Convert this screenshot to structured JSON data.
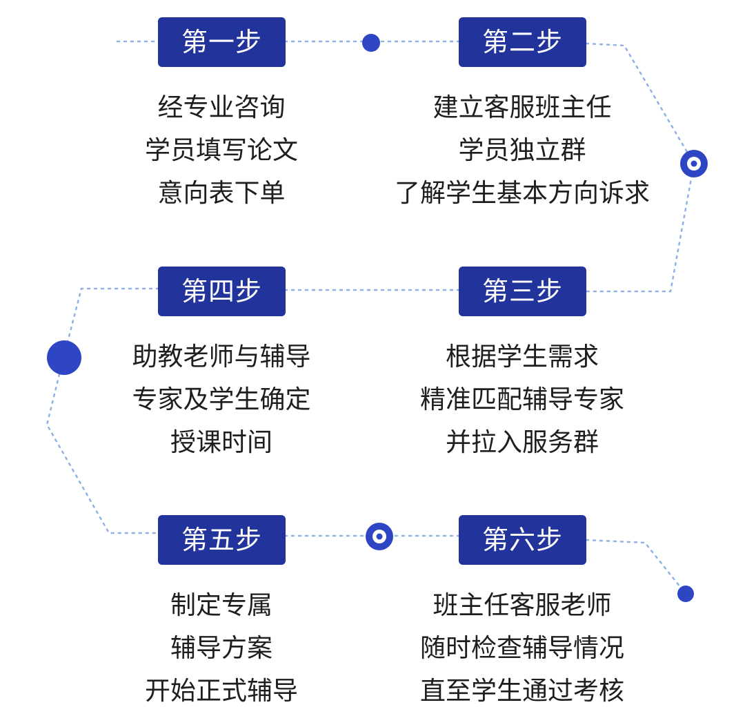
{
  "colors": {
    "box": "#22349b",
    "dot": "#2f46c4",
    "line": "#8fb1e3",
    "text": "#1e1e1e"
  },
  "steps": [
    {
      "label": "第一步",
      "lines": [
        "经专业咨询",
        "学员填写论文",
        "意向表下单"
      ]
    },
    {
      "label": "第二步",
      "lines": [
        "建立客服班主任",
        "学员独立群",
        "了解学生基本方向诉求"
      ]
    },
    {
      "label": "第三步",
      "lines": [
        "根据学生需求",
        "精准匹配辅导专家",
        "并拉入服务群"
      ]
    },
    {
      "label": "第四步",
      "lines": [
        "助教老师与辅导",
        "专家及学生确定",
        "授课时间"
      ]
    },
    {
      "label": "第五步",
      "lines": [
        "制定专属",
        "辅导方案",
        "开始正式辅导"
      ]
    },
    {
      "label": "第六步",
      "lines": [
        "班主任客服老师",
        "随时检查辅导情况",
        "直至学生通过考核"
      ]
    }
  ],
  "markers": [
    {
      "name": "node-dot-1",
      "kind": "dot"
    },
    {
      "name": "node-ring-1",
      "kind": "ring"
    },
    {
      "name": "node-dot-large",
      "kind": "dot"
    },
    {
      "name": "node-ring-2",
      "kind": "ring"
    },
    {
      "name": "node-dot-end",
      "kind": "dot"
    }
  ]
}
